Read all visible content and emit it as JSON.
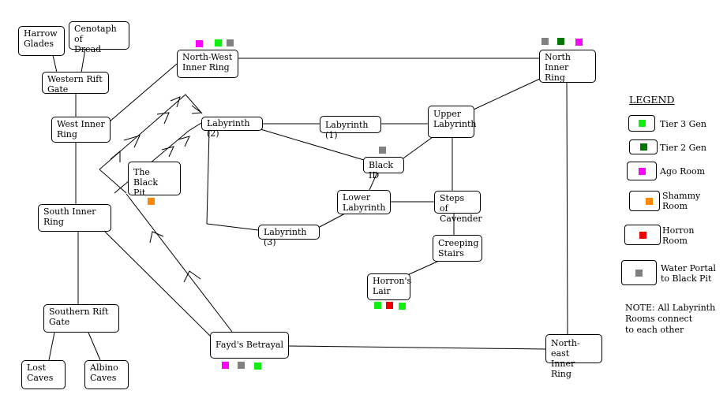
{
  "colors": {
    "tier3": "#11ee11",
    "tier2": "#007700",
    "ago": "#ff00ff",
    "shammy": "#ff8800",
    "horron": "#ee0000",
    "portal": "#808080"
  },
  "rooms": {
    "harrow_glades": "Harrow\nGlades",
    "cenotaph": "Cenotaph of\nDread",
    "western_rift_gate": "Western Rift\nGate",
    "west_inner_ring": "West Inner\nRing",
    "south_inner_ring": "South Inner\nRing",
    "southern_rift_gate": "Southern Rift\nGate",
    "lost_caves": "Lost\nCaves",
    "albino_caves": "Albino\nCaves",
    "north_west_inner_ring": "North-West\nInner Ring",
    "north_inner_ring": "North Inner\nRing",
    "labyrinth_2": "Labyrinth (2)",
    "labyrinth_1": "Labyrinth (1)",
    "upper_labyrinth": "Upper\nLabyrinth",
    "black_id": "Black ID",
    "the_black_pit": "The Black\nPit",
    "lower_labyrinth": "Lower\nLabyrinth",
    "steps_of_cavender": "Steps of\nCavender",
    "labyrinth_3": "Labyrinth (3)",
    "creeping_stairs": "Creeping\nStairs",
    "horrons_lair": "Horron's\nLair",
    "fayds_betrayal": "Fayd's Betrayal",
    "north_east_inner_ring": "North-east\nInner Ring"
  },
  "legend": {
    "title": "LEGEND",
    "items": [
      {
        "label": "Tier 3 Gen",
        "color": "#11ee11"
      },
      {
        "label": "Tier 2 Gen",
        "color": "#007700"
      },
      {
        "label": "Ago Room",
        "color": "#ff00ff"
      },
      {
        "label": "Shammy\n Room",
        "color": "#ff8800"
      },
      {
        "label": "Horron\nRoom",
        "color": "#ee0000"
      },
      {
        "label": "Water Portal\nto Black Pit",
        "color": "#808080"
      }
    ],
    "note": "NOTE: All Labyrinth\nRooms connect\nto each other"
  }
}
